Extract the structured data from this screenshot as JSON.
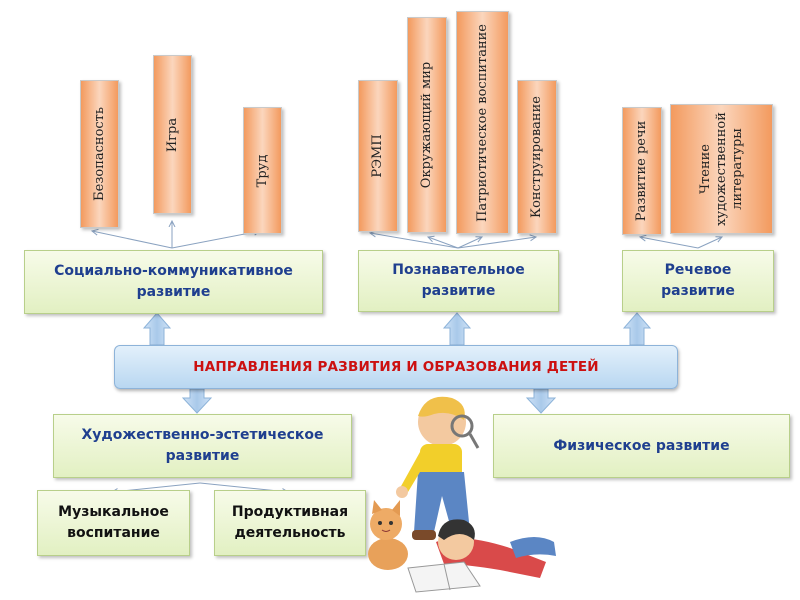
{
  "top_items": {
    "social": [
      "Безопасность",
      "Игра",
      "Труд"
    ],
    "cognitive": [
      "РЭМП",
      "Окружающий мир",
      "Патриотическое воспитание",
      "Конструирование"
    ],
    "speech": [
      "Развитие речи",
      "Чтение художественной литературы"
    ]
  },
  "areas": {
    "social": "Социально-коммуникативное развитие",
    "cognitive": "Познавательное развитие",
    "speech": "Речевое развитие",
    "artistic": "Художественно-эстетическое развитие",
    "physical": "Физическое развитие"
  },
  "center_title": "НАПРАВЛЕНИЯ РАЗВИТИЯ И ОБРАЗОВАНИЯ ДЕТЕЙ",
  "artistic_items": [
    "Музыкальное воспитание",
    "Продуктивная деятельность"
  ],
  "colors": {
    "orange": "#f39a5e",
    "green_box": "#e2f0c2",
    "banner": "#b9d7f1",
    "title_red": "#cc1010",
    "label_blue": "#1f3f8f",
    "arrow": "#a9c9ea"
  }
}
